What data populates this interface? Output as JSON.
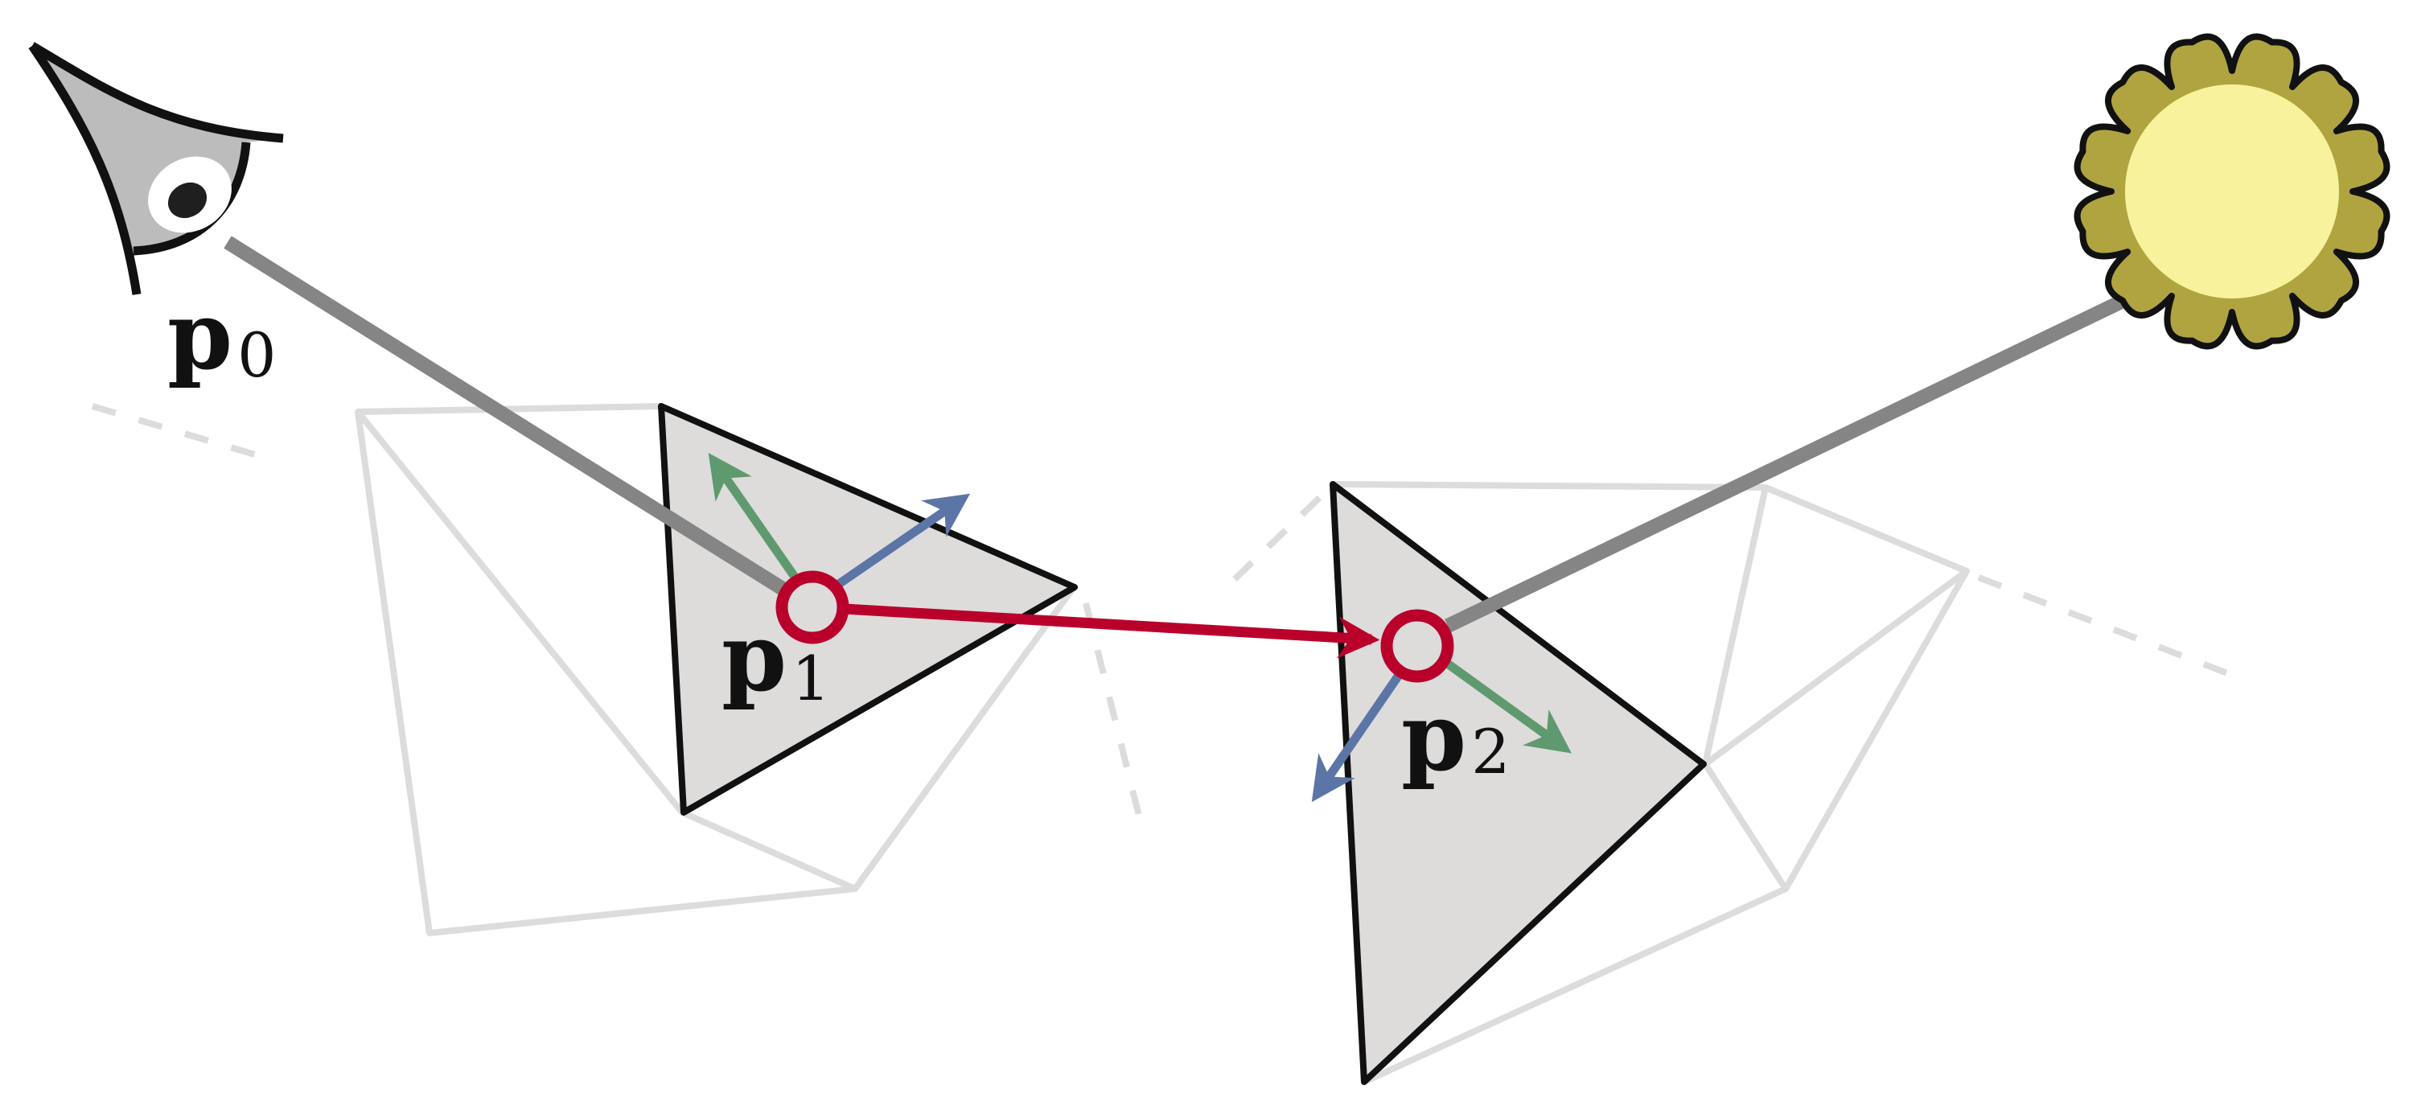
{
  "labels": {
    "p0": {
      "main": "p",
      "sub": "0"
    },
    "p1": {
      "main": "p",
      "sub": "1"
    },
    "p2": {
      "main": "p",
      "sub": "2"
    }
  },
  "icons": {
    "viewer": "eye-icon",
    "light": "sun-icon"
  },
  "colors": {
    "background": "#ffffff",
    "mesh_edge": "#dcdcdc",
    "triangle_fill": "#dedbdb",
    "triangle_edge": "#111111",
    "gray_ray": "#858585",
    "red_path": "#b9002b",
    "green_vector": "#5e9a6e",
    "blue_vector": "#5b76a6",
    "eye_fill": "#bcbcbc",
    "sun_outer": "#b0a440",
    "sun_inner": "#f8f29c"
  }
}
